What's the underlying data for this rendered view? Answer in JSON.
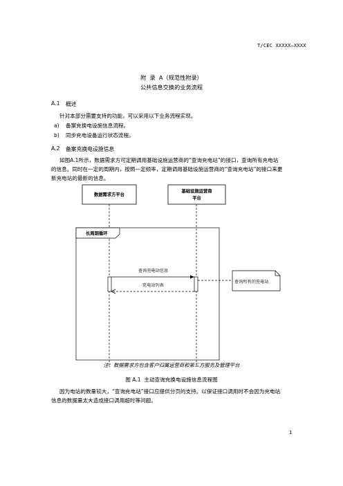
{
  "header": {
    "standard_code": "T/CEC XXXXX—XXXX"
  },
  "annex": {
    "title": "附  录  A（规范性附录）",
    "subtitle": "公共信息交换的业务流程"
  },
  "section_a1": {
    "number": "A.1",
    "title": "概述",
    "intro": "针对本部分需要支持的功能，可以采用以下业务流程实现。",
    "items": [
      {
        "marker": "a)",
        "text": "备案充换电设施信息流程。"
      },
      {
        "marker": "b)",
        "text": "同步充电设备运行状态流程。"
      }
    ]
  },
  "section_a2": {
    "number": "A.2",
    "title": "备案充换电设施信息",
    "para_lines": [
      "如图A.1所示，数据需求方可定期调用基础设施运营商的“查询充电站”的接口，查询所有充电站",
      "的信息。同时在一定的周期内，按照一定频率，定期调用基础设施运营商的“查询充电站”的接口来更",
      "新充电站的最新的信息。"
    ]
  },
  "diagram": {
    "participant_left": "数据需求方平台",
    "participant_right_line1": "基础设施运营商",
    "participant_right_line2": "平台",
    "loop_label": "长周期循环",
    "request_message": "查询充电站信息",
    "response_message": "充电站列表",
    "note": "查询所有的充电站"
  },
  "figure": {
    "note": "注：数据需求方包含客户归属运营商和第三方服务及管理平台",
    "caption": "图 A.1  主动查询充换电设施信息流程图"
  },
  "closing_para_lines": [
    "因为电站的数量较大，“查询充电站”接口应提供分页的支持。以保证接口调用时不会因为充电站",
    "信息的数据量太大造成接口调用超时等问题。"
  ],
  "footer": {
    "page_number": "1"
  }
}
